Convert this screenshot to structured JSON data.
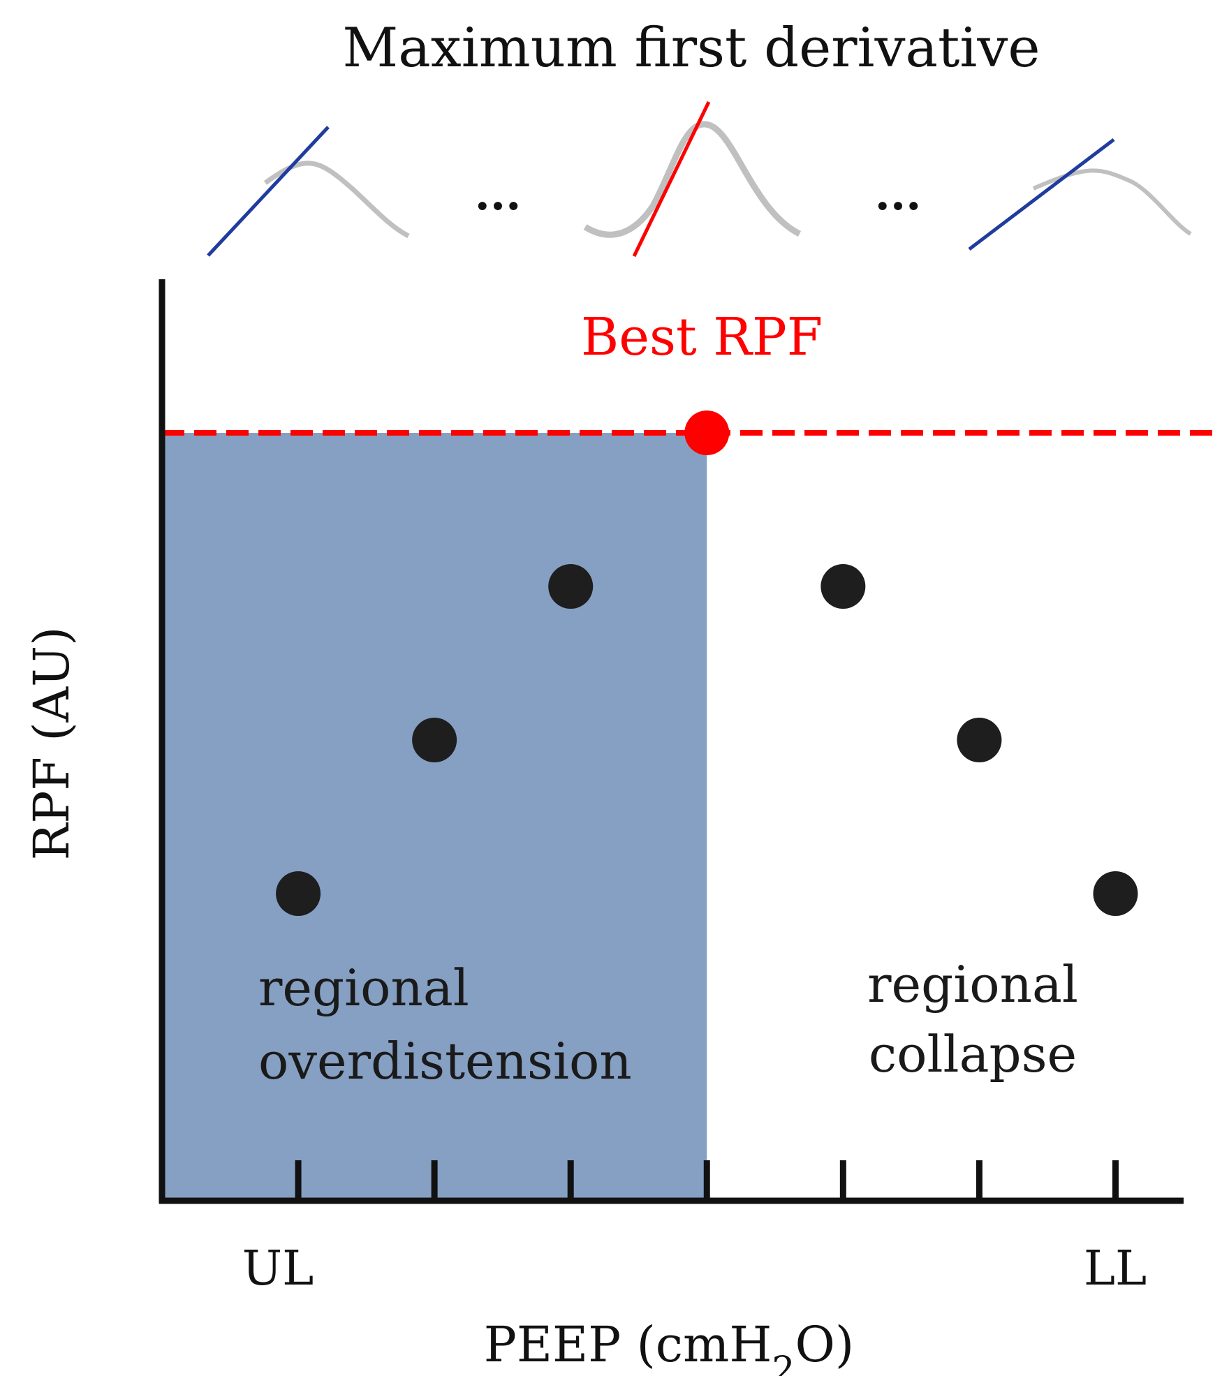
{
  "title": "Maximum first derivative",
  "best_label": "Best RPF",
  "region_left": {
    "line1": "regional",
    "line2": "overdistension"
  },
  "region_right": {
    "line1": "regional",
    "line2": "collapse"
  },
  "x_axis": {
    "label_prefix": "PEEP (cmH",
    "label_subscript": "2",
    "label_suffix": "O)",
    "tick_start": "UL",
    "tick_end": "LL"
  },
  "y_axis": {
    "label": "RPF (AU)"
  },
  "ellipsis": "...",
  "colors": {
    "shaded_region": "#86a0c4",
    "best_line": "#ff0000",
    "points": "#1e1e1e",
    "tangent_blue": "#1f3c9e",
    "tangent_red": "#ff0000",
    "curve_gray": "#c0c0c0"
  },
  "chart_data": {
    "type": "scatter",
    "points": [
      {
        "x": 1,
        "y": 3
      },
      {
        "x": 2,
        "y": 5
      },
      {
        "x": 3,
        "y": 7
      },
      {
        "x": 4,
        "y": 9
      },
      {
        "x": 5,
        "y": 7
      },
      {
        "x": 6,
        "y": 5
      },
      {
        "x": 7,
        "y": 3
      }
    ],
    "best_point": {
      "x": 4,
      "y": 9
    },
    "xlim": [
      0,
      7.5
    ],
    "ylim": [
      -1,
      11
    ],
    "ticks": [
      1,
      2,
      3,
      4,
      5,
      6,
      7
    ],
    "shaded_range": [
      0,
      4
    ]
  }
}
